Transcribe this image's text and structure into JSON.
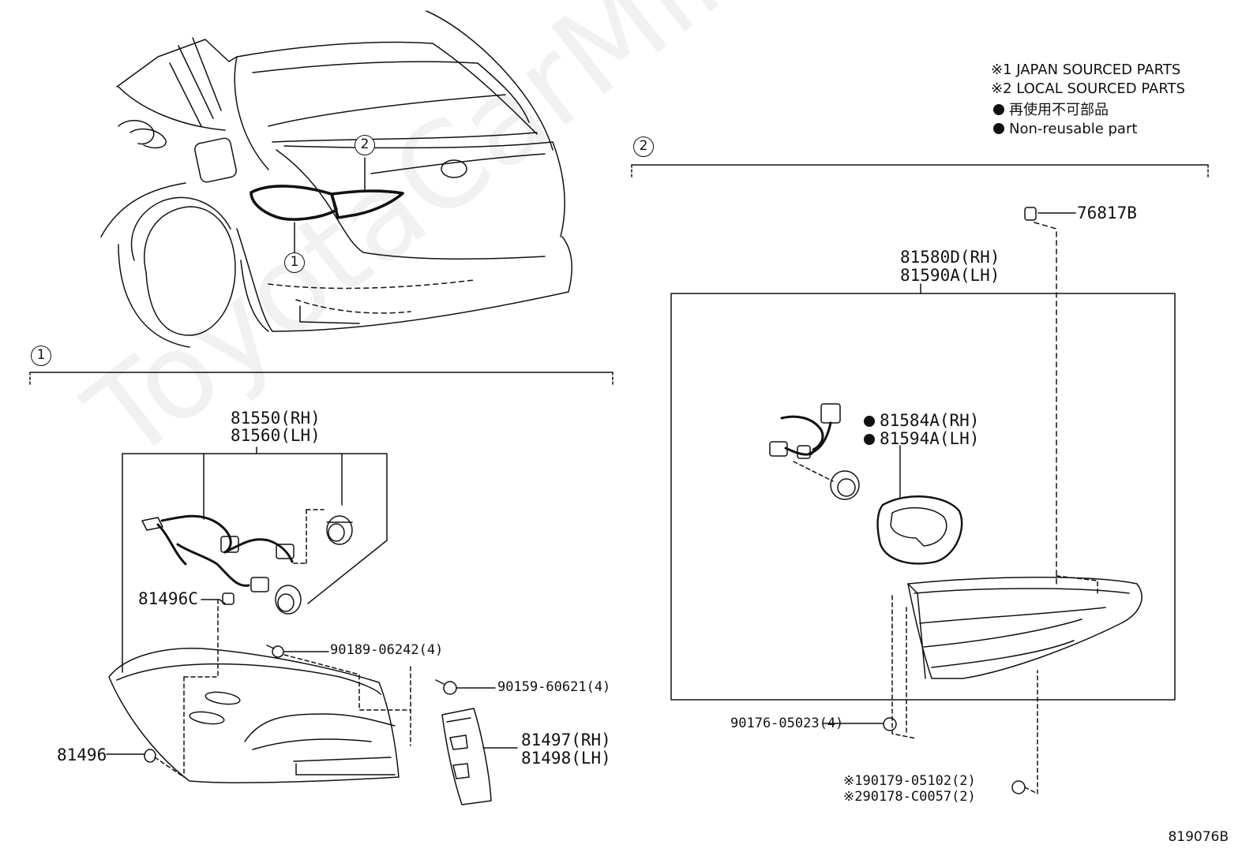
{
  "watermark": "ToyotaCarMine.ru",
  "notes": {
    "japan": "※1 JAPAN SOURCED PARTS",
    "local": "※2 LOCAL SOURCED PARTS",
    "nonreusable_jp": "再使用不可部品",
    "nonreusable_en": "Non-reusable part"
  },
  "callouts": {
    "one": "1",
    "two": "2"
  },
  "section1": {
    "assembly_rh": "81550(RH)",
    "assembly_lh": "81560(LH)",
    "p81496c": "81496C",
    "p90189": "90189-06242(4)",
    "p90159": "90159-60621(4)",
    "p81497": "81497(RH)",
    "p81498": "81498(LH)",
    "p81496": "81496"
  },
  "section2": {
    "p76817b": "76817B",
    "assembly_rh": "81580D(RH)",
    "assembly_lh": "81590A(LH)",
    "gasket_rh": "81584A(RH)",
    "gasket_lh": "81594A(LH)",
    "p90176": "90176-05023(4)",
    "p190179": "※190179-05102(2)",
    "p290178": "※290178-C0057(2)"
  },
  "catalog_number": "819076B"
}
